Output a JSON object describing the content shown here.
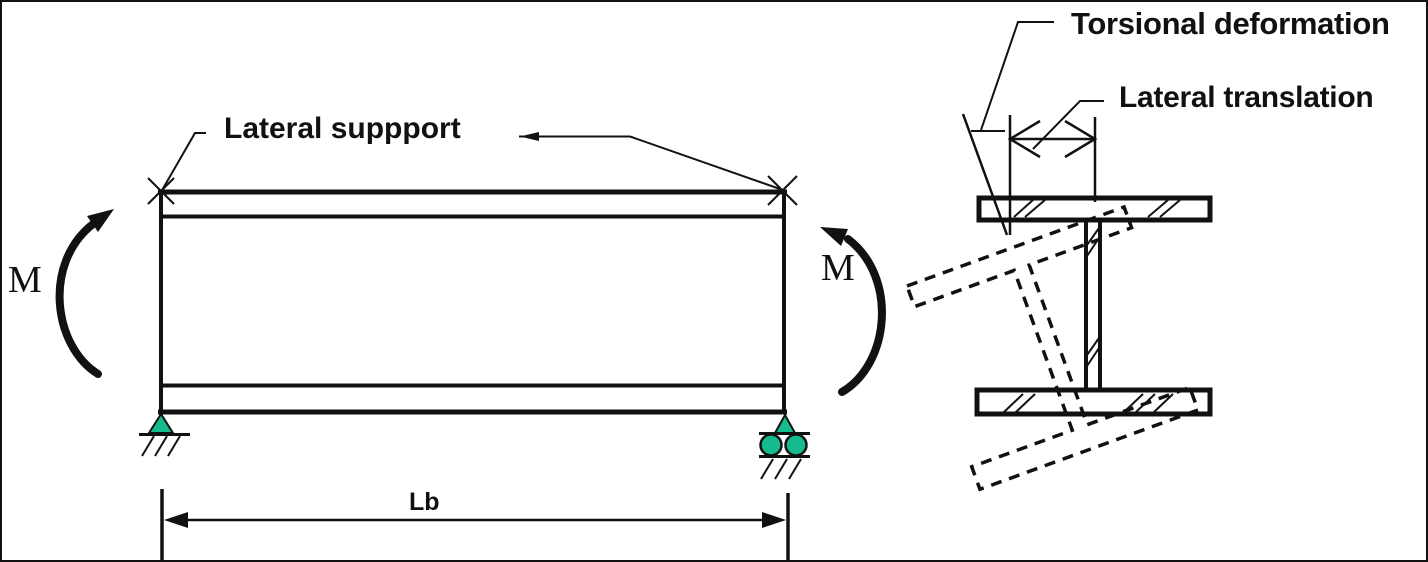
{
  "canvas": {
    "background": "#ffffff",
    "border_color": "#111111"
  },
  "colors": {
    "line": "#111111",
    "support_fill": "#15bb8c"
  },
  "beam_diagram": {
    "lateral_support_label": "Lateral suppport",
    "moment_label_left": "M",
    "moment_label_right": "M",
    "span_label": "Lb"
  },
  "section_diagram": {
    "torsional_label": "Torsional deformation",
    "translation_label": "Lateral translation"
  }
}
